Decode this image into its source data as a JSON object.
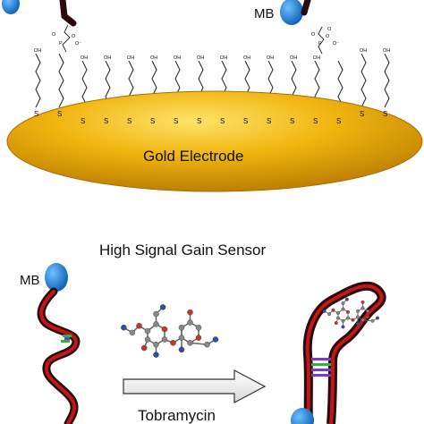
{
  "top_panel": {
    "electrode_label": "Gold Electrode",
    "redox_reporter_label": "MB",
    "sulfur_atom": "S",
    "hydroxyl_group": "OH"
  },
  "bottom_panel": {
    "title": "High Signal Gain Sensor",
    "redox_reporter_label": "MB",
    "target_label": "Tobramycin"
  },
  "colors": {
    "gold_top": "#f6c21a",
    "gold_bottom": "#c98a00",
    "methylene_blue": "#1d7fd6",
    "aptamer_red": "#c01818",
    "aptamer_dark": "#2a0a0a",
    "base_pair_green": "#2bb24c",
    "base_pair_purple": "#7a3bc9"
  },
  "icons": {
    "arrow": "right-arrow-icon",
    "molecule": "tobramycin-molecule-icon",
    "aptamer": "aptamer-strand-icon"
  }
}
